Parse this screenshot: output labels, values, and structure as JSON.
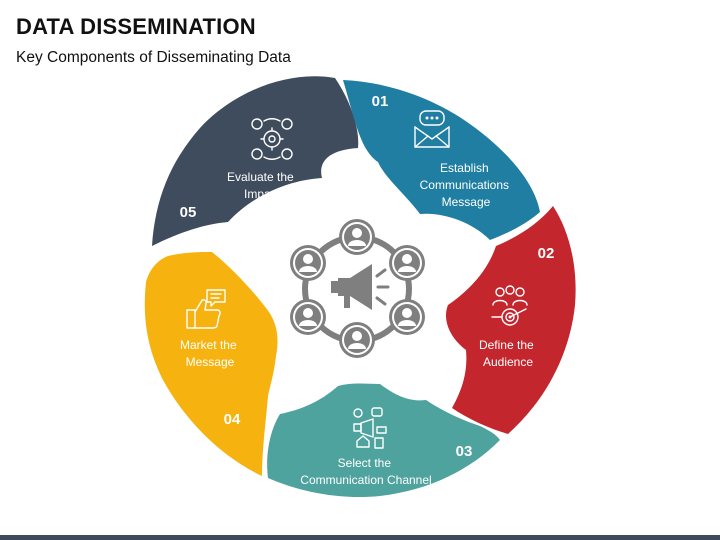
{
  "title": "DATA DISSEMINATION",
  "subtitle": "Key Components of Disseminating Data",
  "colors": {
    "step1": "#1f7ea1",
    "step2": "#c4262e",
    "step3": "#4fa39e",
    "step4": "#f6b20f",
    "step5": "#3f4c5d",
    "hub": "#7f7f7f"
  },
  "steps": [
    {
      "number": "01",
      "label_lines": [
        "Establish",
        "Communications",
        "Message"
      ],
      "icon": "envelope-chat-icon"
    },
    {
      "number": "02",
      "label_lines": [
        "Define the",
        "Audience"
      ],
      "icon": "audience-target-icon"
    },
    {
      "number": "03",
      "label_lines": [
        "Select the",
        "Communication Channel"
      ],
      "icon": "channels-icon"
    },
    {
      "number": "04",
      "label_lines": [
        "Market the",
        "Message"
      ],
      "icon": "thumbs-up-chat-icon"
    },
    {
      "number": "05",
      "label_lines": [
        "Evaluate the",
        "Impact"
      ],
      "icon": "gear-cycle-icon"
    }
  ],
  "hub": {
    "icon": "megaphone-network-icon"
  }
}
